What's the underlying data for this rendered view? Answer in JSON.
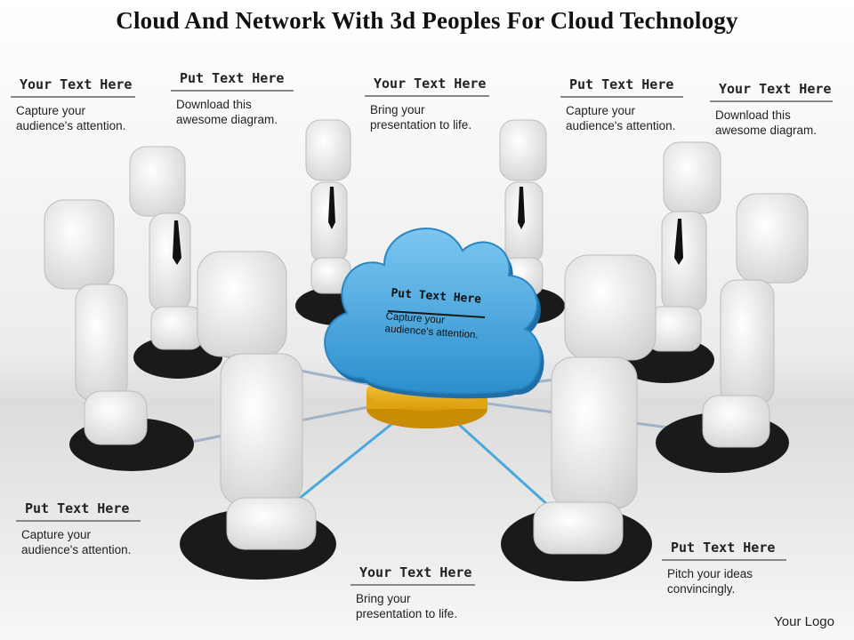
{
  "title": "Cloud And Network With 3d Peoples For Cloud Technology",
  "cloud": {
    "heading": "Put Text Here",
    "body": "Capture your audience's attention."
  },
  "callouts": [
    {
      "heading": "Your Text Here",
      "body": "Capture your audience's attention."
    },
    {
      "heading": "Put Text Here",
      "body": "Download this awesome diagram."
    },
    {
      "heading": "Your Text Here",
      "body": "Bring your presentation to life."
    },
    {
      "heading": "Put Text Here",
      "body": "Capture your audience's attention."
    },
    {
      "heading": "Your Text Here",
      "body": "Download this awesome diagram."
    },
    {
      "heading": "Put Text Here",
      "body": "Capture your audience's attention."
    },
    {
      "heading": "Your Text Here",
      "body": "Bring your presentation to life."
    },
    {
      "heading": "Put Text Here",
      "body": "Pitch your ideas convincingly."
    }
  ],
  "logo": "Your Logo",
  "colors": {
    "cloud": "#3a9fd8",
    "hub": "#f2b21c",
    "base": "#1a1a1a",
    "figure": "#f4f4f4"
  }
}
